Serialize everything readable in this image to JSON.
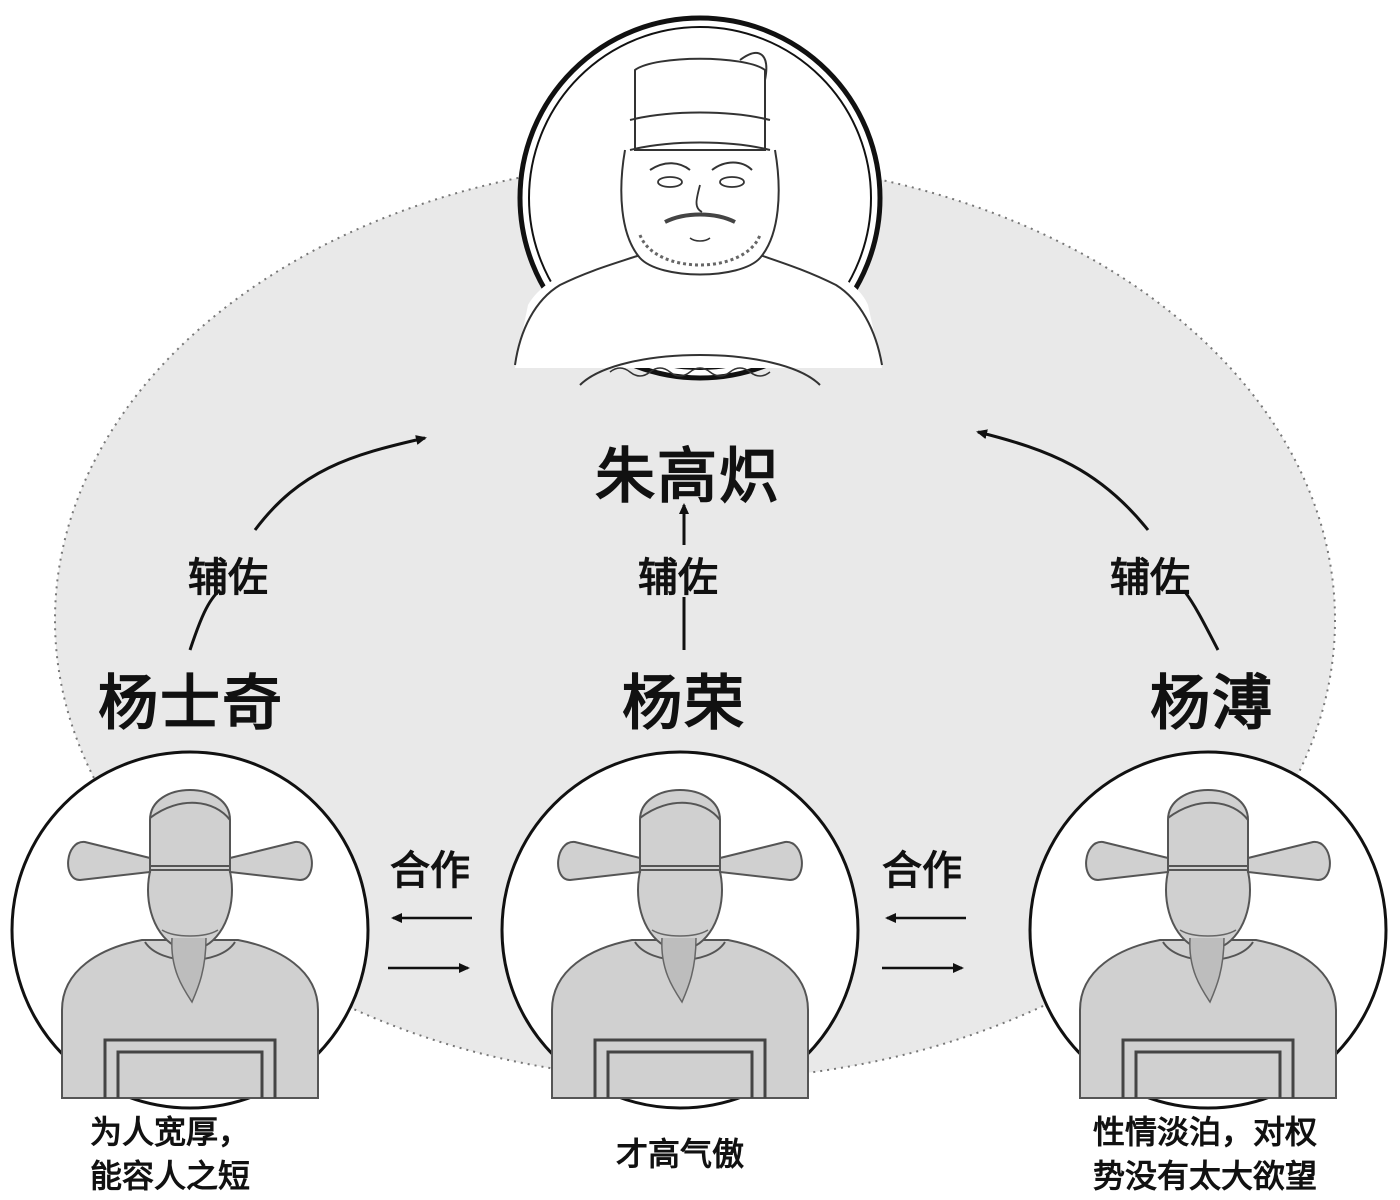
{
  "emperor": {
    "name": "朱高炽"
  },
  "ministers": [
    {
      "name": "杨士奇",
      "relation": "辅佐",
      "description_line1": "为人宽厚，",
      "description_line2": "能容人之短"
    },
    {
      "name": "杨荣",
      "relation": "辅佐",
      "description_line1": "才高气傲",
      "description_line2": ""
    },
    {
      "name": "杨溥",
      "relation": "辅佐",
      "description_line1": "性情淡泊，对权",
      "description_line2": "势没有太大欲望"
    }
  ],
  "cooperation": [
    {
      "label": "合作"
    },
    {
      "label": "合作"
    }
  ],
  "colors": {
    "ellipse_fill": "#e9e9e9",
    "figure_fill": "#d0d0d0",
    "line": "#111111"
  }
}
